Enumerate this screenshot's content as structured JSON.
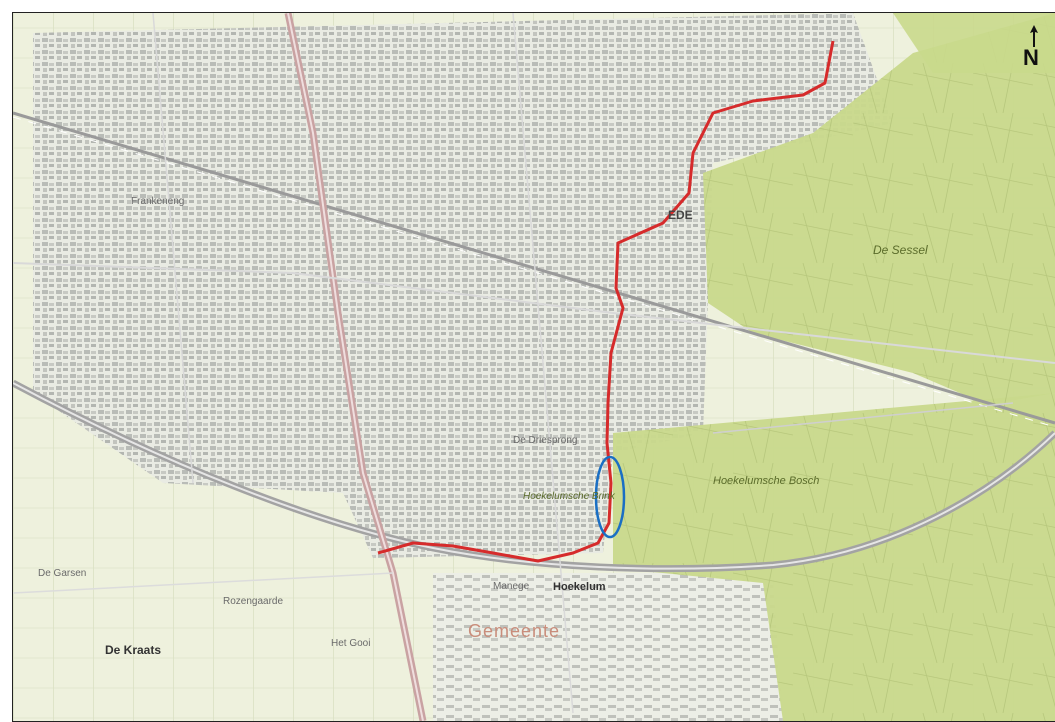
{
  "map": {
    "north_label": "N",
    "route_color": "#d62b2b",
    "highlight_color": "#1a6fc4",
    "forest_color": "#c8d88a",
    "labels": {
      "de_kraats": "De Kraats",
      "hoekelum": "Hoekelum",
      "gemeente": "Gemeente",
      "de_sessel": "De Sessel",
      "hoekelumsche_bosch": "Hoekelumsche Bosch",
      "frankeneng": "Frankeneng",
      "ede": "EDE",
      "de_driesprong": "De Driesprong",
      "hoekelumsche_brink": "Hoekelumsche Brink",
      "manege": "Manege",
      "het_gooi": "Het Gooi",
      "rozengaarde": "Rozengaarde",
      "de_garsen": "De Garsen"
    }
  }
}
